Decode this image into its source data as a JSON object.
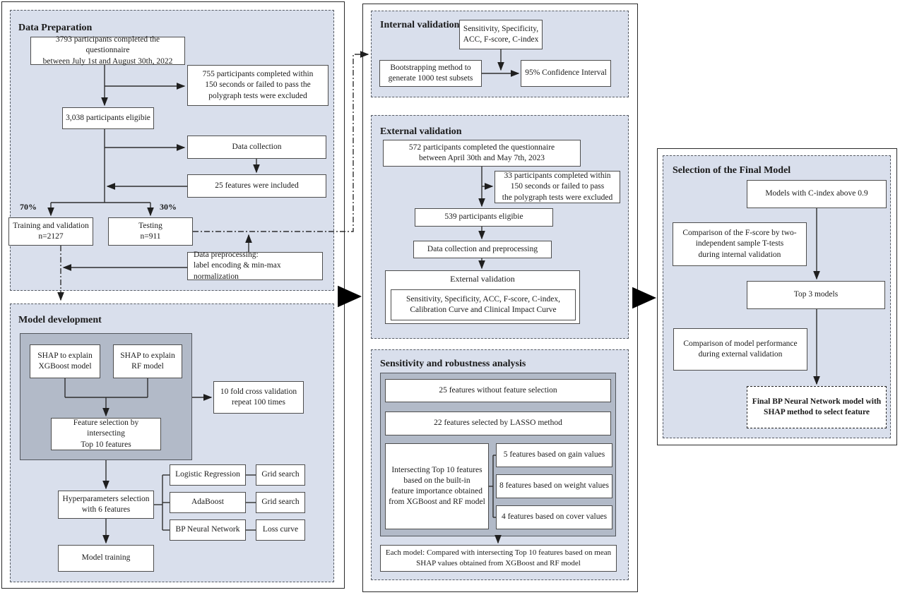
{
  "colors": {
    "section_background": "#d9dfec",
    "inner_panel_background": "#b2bac8",
    "box_border": "#4d4d4d",
    "connector_line": "#2f2f2f"
  },
  "sections": {
    "data_preparation": {
      "title": "Data Preparation",
      "pct_left": "70%",
      "pct_right": "30%",
      "nodes": {
        "questionnaire": "3793 participants completed the questionnaire\nbetween July 1st and August 30th, 2022",
        "excluded": "755 participants completed within\n150 seconds or failed to pass the\npolygraph tests were excluded",
        "eligible": "3,038 participants eligibie",
        "data_collection": "Data collection",
        "features_included": "25 features were included",
        "training": "Training and validation\nn=2127",
        "testing": "Testing\nn=911",
        "preprocessing": "Data preprocessing:\nlabel encoding & min-max normalization"
      }
    },
    "model_development": {
      "title": "Model development",
      "nodes": {
        "shap_xgboost": "SHAP  to explain\nXGBoost model",
        "shap_rf": "SHAP  to explain\nRF model",
        "feature_selection": "Feature selection by intersecting\nTop 10 features",
        "cross_validation": "10 fold cross validation\nrepeat 100 times",
        "hyperparameters": "Hyperparameters selection\nwith 6 features",
        "logistic_regression": "Logistic Regression",
        "grid_search_1": "Grid search",
        "adaboost": "AdaBoost",
        "grid_search_2": "Grid search",
        "bp_neural_network": "BP Neural Network",
        "loss_curve": "Loss curve",
        "model_training": "Model training"
      }
    },
    "internal_validation": {
      "title": "Internal validation",
      "nodes": {
        "metrics": "Sensitivity, Specificity,\nACC, F-score, C-index",
        "bootstrapping": "Bootstrapping method to\ngenerate 1000 test subsets",
        "confidence_interval": "95% Confidence Interval"
      }
    },
    "external_validation": {
      "title": "External validation",
      "nodes": {
        "questionnaire": "572 participants completed the questionnaire\nbetween April 30th and May 7th, 2023",
        "excluded": "33 participants completed within\n150 seconds or failed to pass\nthe polygraph tests were excluded",
        "eligible": "539 participants eligibie",
        "collection_preprocessing": "Data collection and  preprocessing",
        "validation_label": "External validation",
        "validation_metrics": "Sensitivity, Specificity, ACC, F-score, C-index,\nCalibration Curve and Clinical Impact Curve"
      }
    },
    "sensitivity_analysis": {
      "title": "Sensitivity and robustness analysis",
      "nodes": {
        "no_selection": "25 features without feature selection",
        "lasso": "22 features selected by LASSO method",
        "intersecting": "Intersecting Top 10 features\nbased on the built-in\nfeature importance obtained\nfrom XGBoost and RF model",
        "gain": "5 features based on gain values",
        "weight": "8 features based on weight values",
        "cover": "4 features based on cover values",
        "each_model": "Each model: Compared with intersecting Top 10 features based on mean\nSHAP values obtained from XGBoost and RF model"
      }
    },
    "final_selection": {
      "title": "Selection of the Final Model",
      "nodes": {
        "c_index": "Models with C-index above 0.9",
        "f_score_comparison": "Comparison of the F-score by two-\nindependent sample T-tests\nduring internal validation",
        "top3": "Top 3 models",
        "performance_comparison": "Comparison of model performance\nduring external validation",
        "final_model": "Final BP  Neural Network model with\nSHAP method to select feature"
      }
    }
  }
}
